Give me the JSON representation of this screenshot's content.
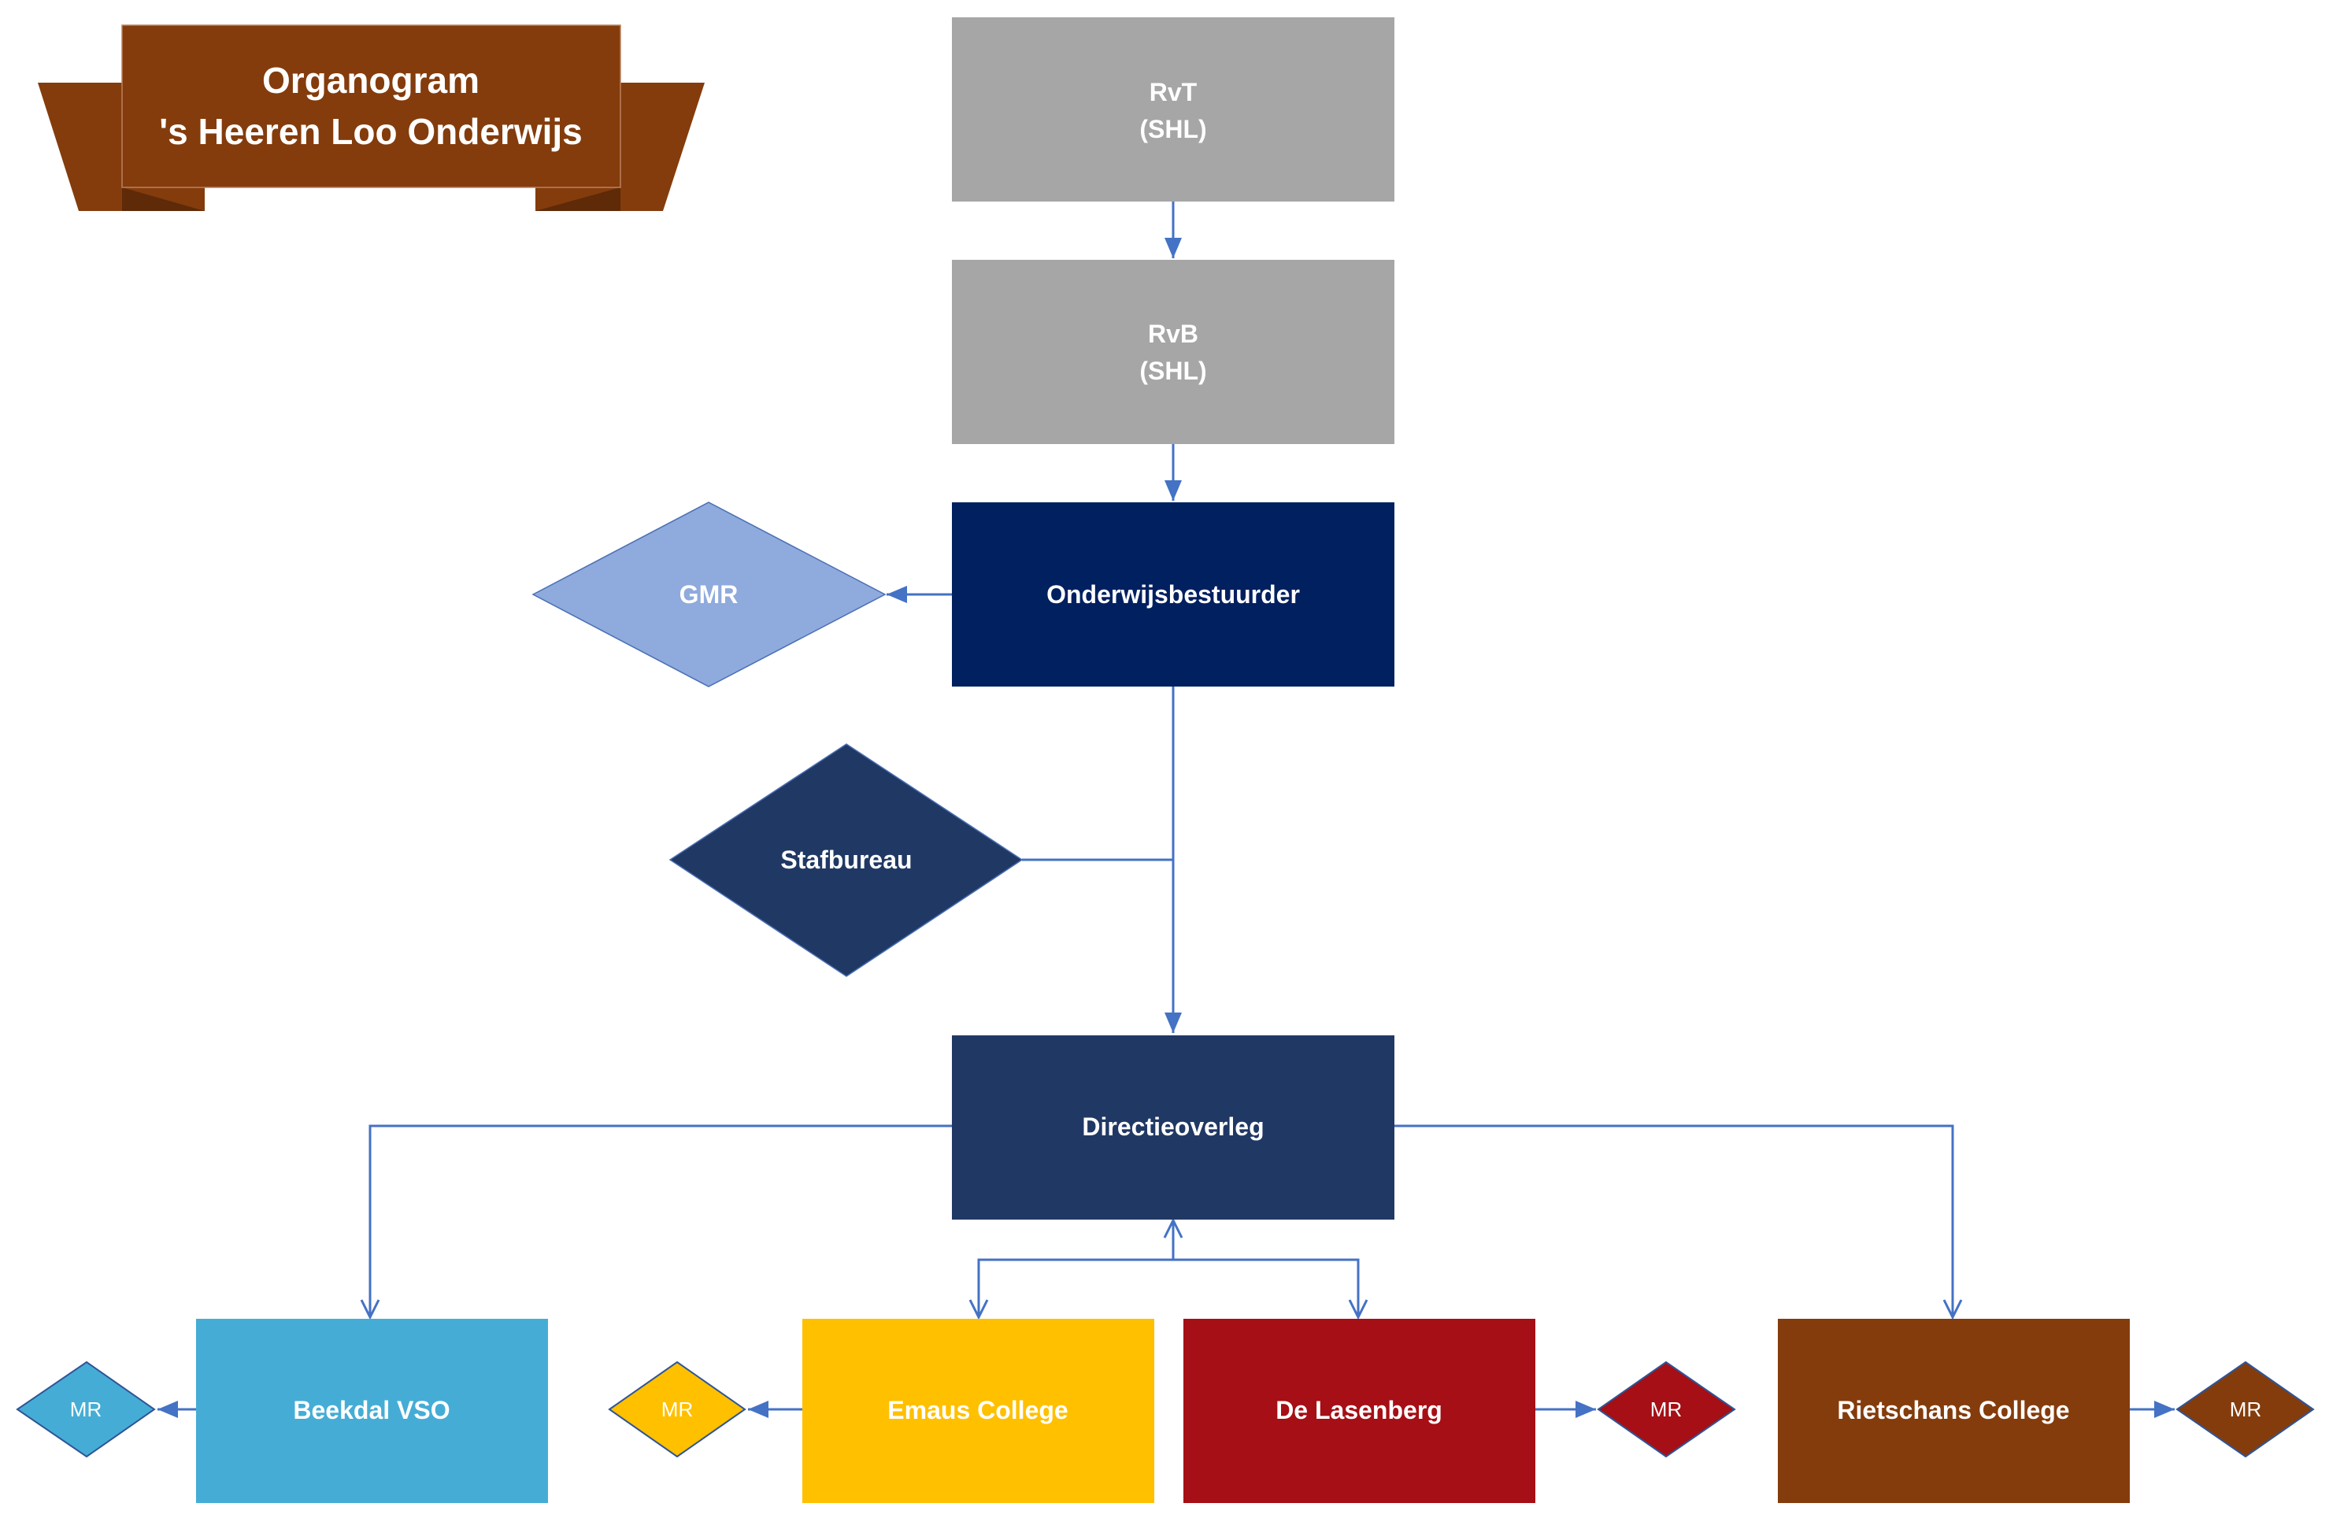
{
  "banner": {
    "line1": "Organogram",
    "line2": "'s Heeren Loo Onderwijs",
    "color": "#843C0C"
  },
  "nodes": {
    "rvt": {
      "line1": "RvT",
      "line2": "(SHL)",
      "color": "#A6A6A6"
    },
    "rvb": {
      "line1": "RvB",
      "line2": "(SHL)",
      "color": "#A6A6A6"
    },
    "onderwijsbestuurder": {
      "label": "Onderwijsbestuurder",
      "color": "#002060"
    },
    "gmr": {
      "label": "GMR",
      "color": "#8FAADC"
    },
    "stafbureau": {
      "label": "Stafbureau",
      "color": "#203864"
    },
    "directieoverleg": {
      "label": "Directieoverleg",
      "color": "#203864"
    },
    "beekdal": {
      "label": "Beekdal VSO",
      "color": "#45ADD5"
    },
    "emaus": {
      "label": "Emaus College",
      "color": "#FFC000"
    },
    "lasenberg": {
      "label": "De Lasenberg",
      "color": "#A50F15"
    },
    "rietschans": {
      "label": "Rietschans College",
      "color": "#843C0C"
    }
  },
  "mr": {
    "beekdal": {
      "label": "MR",
      "color": "#45ADD5"
    },
    "emaus": {
      "label": "MR",
      "color": "#FFC000"
    },
    "lasenberg": {
      "label": "MR",
      "color": "#A50F15"
    },
    "rietschans": {
      "label": "MR",
      "color": "#843C0C"
    }
  },
  "connector_color": "#4472C4"
}
